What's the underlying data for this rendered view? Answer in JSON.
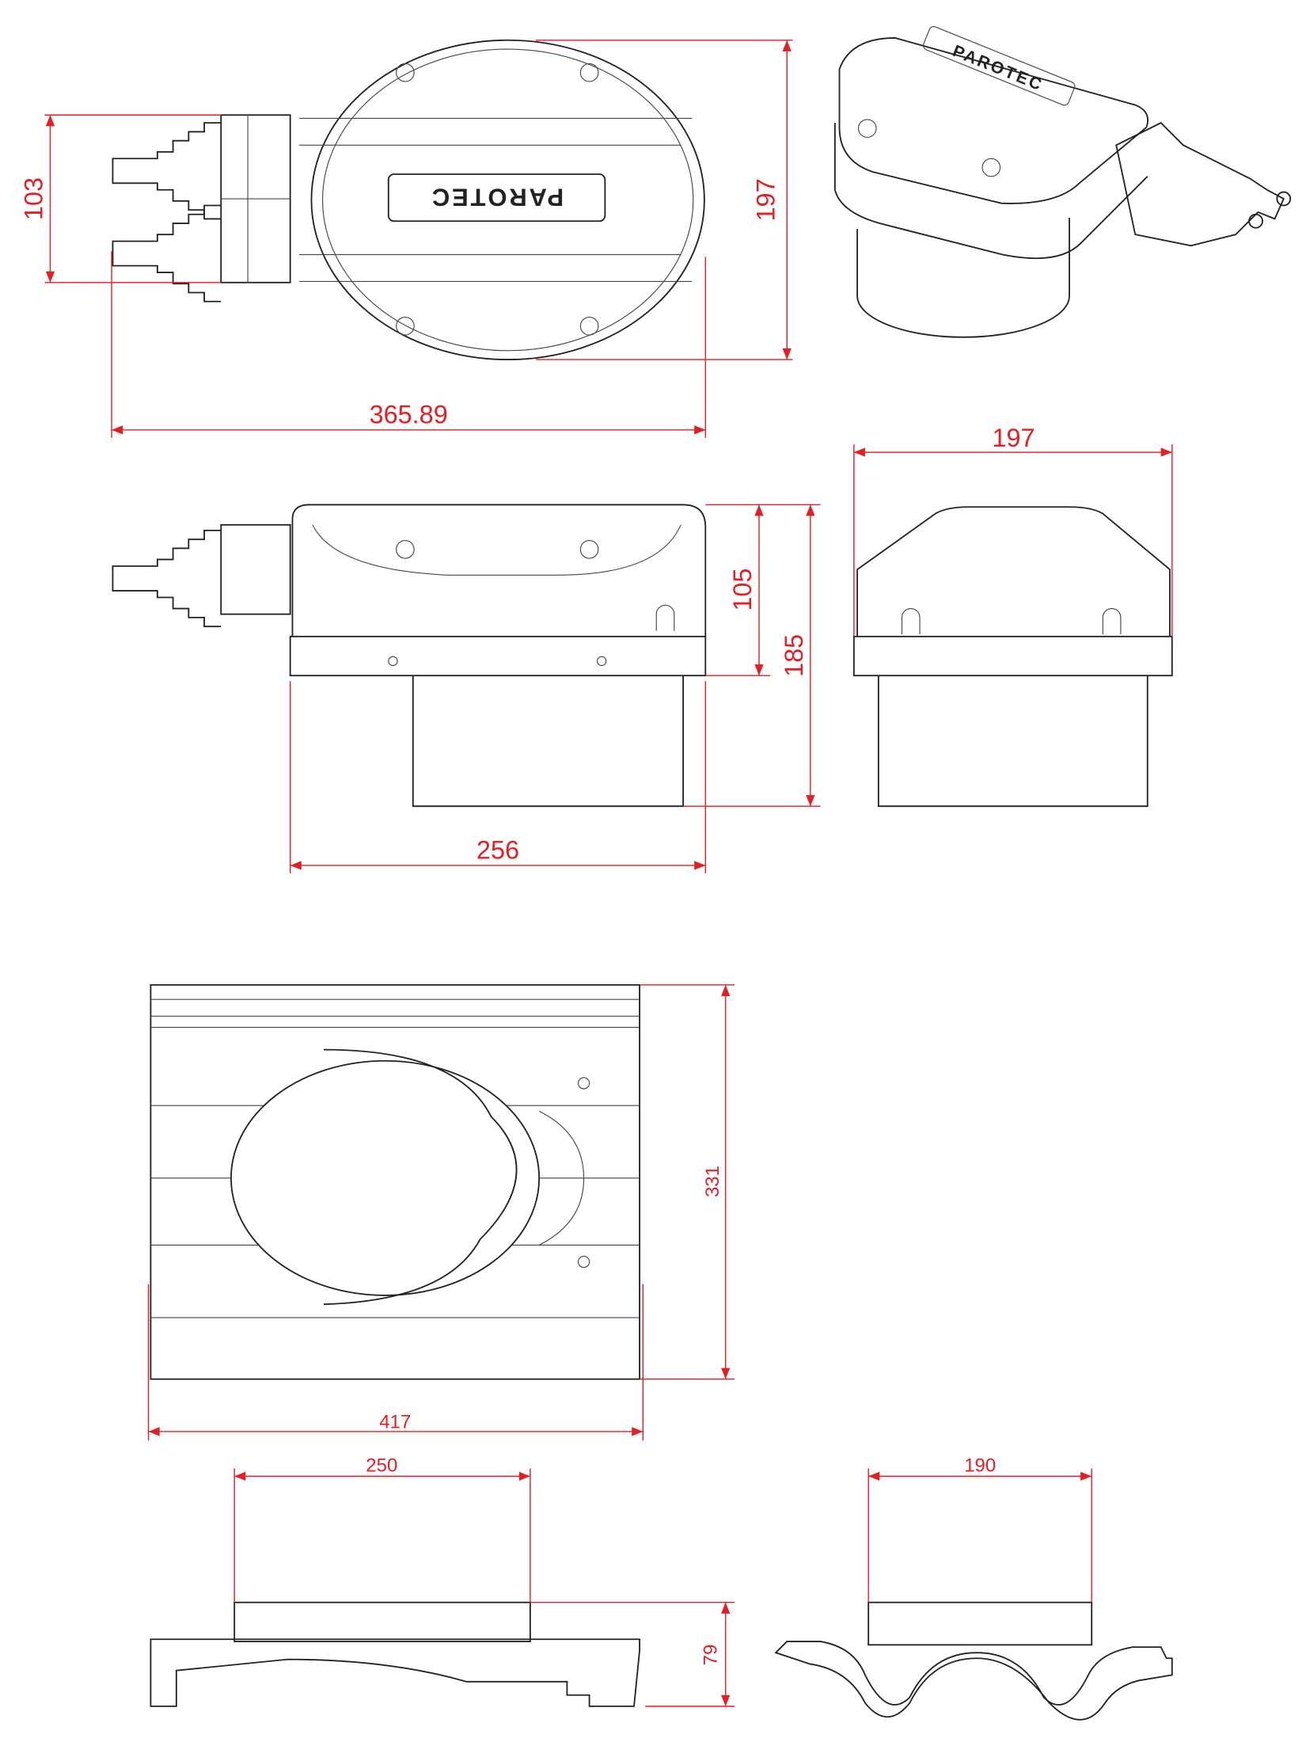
{
  "brand": "PAROTEC",
  "dimensions": {
    "top_gland_height": "103",
    "top_body_height": "197",
    "top_overall_length": "365.89",
    "side_upper_height": "105",
    "side_overall_height": "185",
    "side_base_width": "256",
    "front_width": "197",
    "flashing_depth": "331",
    "flashing_width": "417",
    "collar_width_side": "250",
    "flashing_height": "79",
    "collar_width_front": "190"
  },
  "colors": {
    "dimension": "#e31e24",
    "line": "#222222"
  }
}
